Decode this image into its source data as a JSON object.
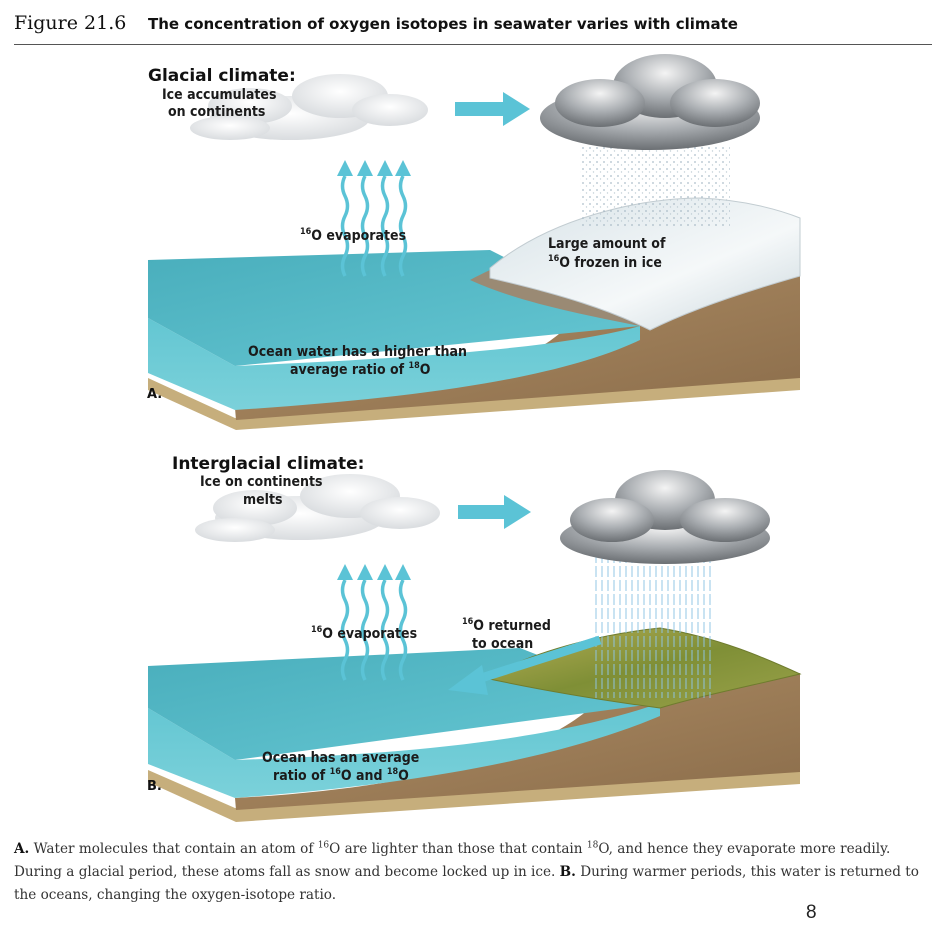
{
  "figure": {
    "number": "Figure 21.6",
    "title": "The concentration of oxygen isotopes in seawater varies with climate"
  },
  "panel_a": {
    "panel_label": "A.",
    "heading": "Glacial climate:",
    "subheading_line1": "Ice accumulates",
    "subheading_line2": "on continents",
    "evaporates_prefix": "16",
    "evaporates_text": "O evaporates",
    "ice_line1": "Large amount of",
    "ice_line2_prefix": "16",
    "ice_line2_text": "O frozen in ice",
    "ocean_line1": "Ocean water has a higher than",
    "ocean_line2_text": "average ratio of ",
    "ocean_line2_sup": "18",
    "ocean_line2_suffix": "O"
  },
  "panel_b": {
    "panel_label": "B.",
    "heading": "Interglacial climate:",
    "subheading_line1": "Ice on continents",
    "subheading_line2": "melts",
    "evaporates_prefix": "16",
    "evaporates_text": "O evaporates",
    "returned_line1_prefix": "16",
    "returned_line1_text": "O returned",
    "returned_line2": "to ocean",
    "ocean_line1": "Ocean has an average",
    "ocean_line2_text": "ratio of ",
    "ocean_line2_sup1": "16",
    "ocean_line2_mid": "O and ",
    "ocean_line2_sup2": "18",
    "ocean_line2_suffix": "O"
  },
  "caption": {
    "a_label": "A.",
    "a_text1": " Water molecules that contain an atom of ",
    "a_sup1": "16",
    "a_text2": "O are lighter than those that contain ",
    "a_sup2": "18",
    "a_text3": "O, and hence they evaporate more readily. During a glacial period, these atoms fall as snow and become locked up in ice. ",
    "b_label": "B.",
    "b_text": " During warmer periods, this water is returned to the oceans, changing the oxygen-isotope ratio."
  },
  "page_number": "8",
  "colors": {
    "ocean_top": "#4fb8c6",
    "ocean_side": "#5cc3d0",
    "arrow": "#5bc3d6",
    "sediment": "#c6ae7c",
    "land": "#9b7f5c",
    "ice": "#eef3f5",
    "vegetation": "#8a9a3c"
  }
}
